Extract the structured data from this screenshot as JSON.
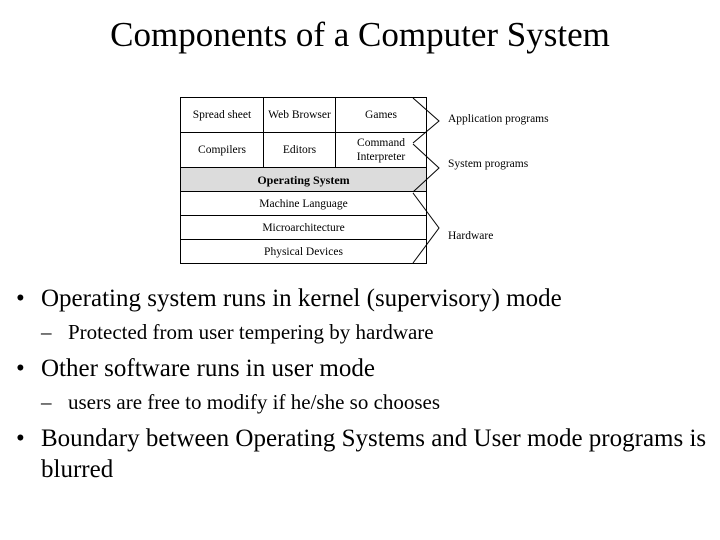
{
  "slide": {
    "title": "Components of a Computer System"
  },
  "diagram": {
    "layers": [
      {
        "row_name": "application-row-1",
        "cells": [
          {
            "label": "Spread sheet"
          },
          {
            "label": "Web Browser"
          },
          {
            "label": "Games"
          }
        ]
      },
      {
        "row_name": "application-row-2",
        "cells": [
          {
            "label": "Compilers"
          },
          {
            "label": "Editors"
          },
          {
            "label": "Command Interpreter"
          }
        ]
      }
    ],
    "os_layer": {
      "label": "Operating System"
    },
    "hardware_layers": [
      {
        "label": "Machine Language"
      },
      {
        "label": "Microarchitecture"
      },
      {
        "label": "Physical Devices"
      }
    ],
    "brace_labels": [
      {
        "name": "application-programs",
        "label": "Application programs"
      },
      {
        "name": "system-programs",
        "label": "System programs"
      },
      {
        "name": "hardware",
        "label": "Hardware"
      }
    ],
    "colors": {
      "os_row_fill": "#dcdcdc",
      "border": "#000000",
      "cell_fill": "#ffffff"
    }
  },
  "body": {
    "bullet_marker": "•",
    "dash_marker": "–",
    "items": [
      {
        "level": 1,
        "name": "bullet-kernel-mode",
        "text": "Operating system runs in kernel (supervisory) mode"
      },
      {
        "level": 2,
        "name": "subbullet-protected-hardware",
        "text": "Protected from user tempering by hardware"
      },
      {
        "level": 1,
        "name": "bullet-user-mode",
        "text": "Other software runs in user mode"
      },
      {
        "level": 2,
        "name": "subbullet-users-free-modify",
        "text": "users are free to modify if he/she so chooses"
      },
      {
        "level": 1,
        "name": "bullet-boundary-blurred",
        "text": "Boundary between Operating Systems  and User mode programs is blurred"
      }
    ]
  }
}
